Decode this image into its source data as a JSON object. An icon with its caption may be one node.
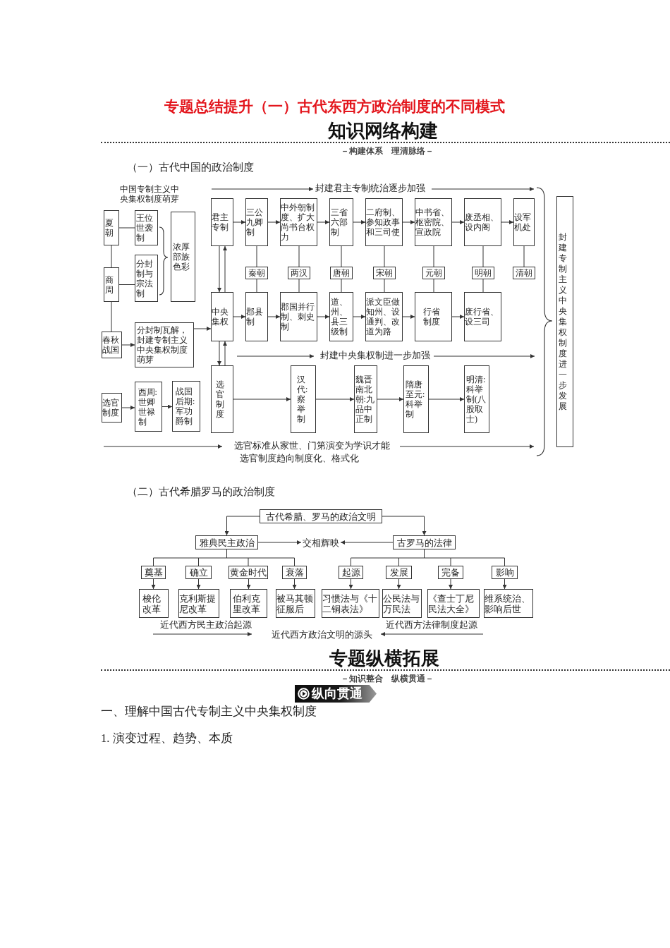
{
  "diagram": {
    "title": "专题总结提升（一）古代东西方政治制度的不同模式",
    "nodes": [
      {
        "text": [
          "夏朝"
        ]
      },
      {
        "text": [
          "王位世袭制"
        ]
      },
      {
        "text": [
          "分封制与宗法制"
        ]
      },
      {
        "text": [
          "浓厚部族色彩"
        ]
      },
      {
        "text": [
          "商周"
        ]
      },
      {
        "text": [
          "春秋战国"
        ]
      },
      {
        "text": [
          "分封制瓦解，封建专制主义中央集权制度萌芽"
        ]
      },
      {
        "text": [
          "选官制度"
        ]
      },
      {
        "text": [
          "西周:世卿世禄制"
        ]
      },
      {
        "text": [
          "战国后期:军功爵制"
        ]
      },
      {
        "text": [
          "君主专制"
        ]
      },
      {
        "text": [
          "三公九卿制"
        ]
      },
      {
        "text": [
          "中外朝制度、扩大尚书台权力"
        ]
      },
      {
        "text": [
          "三省六部制"
        ]
      },
      {
        "text": [
          "二府制、参知政事和三司使"
        ]
      },
      {
        "text": [
          "中书省、枢密院、宣政院"
        ]
      },
      {
        "text": [
          "废丞相、设内阁"
        ]
      },
      {
        "text": [
          "设军机处"
        ]
      },
      {
        "text": [
          "秦朝"
        ]
      },
      {
        "text": [
          "两汉"
        ]
      },
      {
        "text": [
          "唐朝"
        ]
      },
      {
        "text": [
          "宋朝"
        ]
      },
      {
        "text": [
          "元朝"
        ]
      },
      {
        "text": [
          "明朝"
        ]
      },
      {
        "text": [
          "清朝"
        ]
      },
      {
        "text": [
          "中央集权"
        ]
      },
      {
        "text": [
          "郡县制"
        ]
      },
      {
        "text": [
          "郡国并行制、刺史制"
        ]
      },
      {
        "text": [
          "道、州、县三级制"
        ]
      },
      {
        "text": [
          "派文臣做知州、设通判、改道为路"
        ]
      },
      {
        "text": [
          "行省制度"
        ]
      },
      {
        "text": [
          "废行省、设三司"
        ]
      },
      {
        "text": [
          "选官制度"
        ]
      },
      {
        "text": [
          "汉代:察举制"
        ]
      },
      {
        "text": [
          "魏晋南北朝:九品中正制"
        ]
      },
      {
        "text": [
          "隋唐至元:科举制"
        ]
      },
      {
        "text": [
          "明清:科举制(八股取士)"
        ]
      },
      {
        "text": [
          "封建专制主义中央集权制度进一步发展"
        ]
      },
      {
        "text": [
          "古代希腊、罗马的政治文明"
        ]
      },
      {
        "text": [
          "雅典民主政治"
        ]
      },
      {
        "text": [
          "交相辉映"
        ]
      },
      {
        "text": [
          "古罗马的法律"
        ]
      },
      {
        "text": [
          "奠基"
        ]
      },
      {
        "text": [
          "确立"
        ]
      },
      {
        "text": [
          "黄金时代"
        ]
      },
      {
        "text": [
          "衰落"
        ]
      },
      {
        "text": [
          "起源"
        ]
      },
      {
        "text": [
          "发展"
        ]
      },
      {
        "text": [
          "完备"
        ]
      },
      {
        "text": [
          "影响"
        ]
      },
      {
        "text": [
          "梭伦改革"
        ]
      },
      {
        "text": [
          "克利斯提尼改革"
        ]
      },
      {
        "text": [
          "伯利克里改革"
        ]
      },
      {
        "text": [
          "被马其顿征服后"
        ]
      },
      {
        "text": [
          "习惯法与《十二铜表法》"
        ]
      },
      {
        "text": [
          "公民法与万民法"
        ]
      },
      {
        "text": [
          "《查士丁尼民法大全》"
        ]
      },
      {
        "text": [
          "维系统治、影响后世"
        ]
      }
    ],
    "edges": [
      {
        "from": 0,
        "to": 1,
        "arrow": "none"
      },
      {
        "from": 4,
        "to": 2,
        "arrow": "none"
      },
      {
        "from": 0,
        "to": 4,
        "arrow": "none"
      },
      {
        "from": 4,
        "to": 5,
        "arrow": "none"
      },
      {
        "from": 5,
        "to": 6,
        "arrow": "to"
      },
      {
        "from": 6,
        "to": 25,
        "arrow": "to"
      },
      {
        "from": 7,
        "to": 8,
        "arrow": "to"
      },
      {
        "from": 8,
        "to": 9,
        "arrow": "to"
      },
      {
        "from": 10,
        "to": 25,
        "arrow": "to"
      },
      {
        "from": 25,
        "to": 10,
        "arrow": "to"
      },
      {
        "from": 25,
        "to": 32,
        "arrow": "to"
      },
      {
        "from": 32,
        "to": 25,
        "arrow": "to"
      },
      {
        "from": 10,
        "to": 11,
        "arrow": "to"
      },
      {
        "from": 11,
        "to": 12,
        "arrow": "to"
      },
      {
        "from": 12,
        "to": 13,
        "arrow": "to"
      },
      {
        "from": 13,
        "to": 14,
        "arrow": "to"
      },
      {
        "from": 14,
        "to": 15,
        "arrow": "to"
      },
      {
        "from": 15,
        "to": 16,
        "arrow": "to"
      },
      {
        "from": 16,
        "to": 17,
        "arrow": "to"
      },
      {
        "from": 11,
        "to": 18,
        "arrow": "none"
      },
      {
        "from": 18,
        "to": 26,
        "arrow": "none"
      },
      {
        "from": 12,
        "to": 19,
        "arrow": "none"
      },
      {
        "from": 19,
        "to": 27,
        "arrow": "none"
      },
      {
        "from": 13,
        "to": 20,
        "arrow": "none"
      },
      {
        "from": 20,
        "to": 28,
        "arrow": "none"
      },
      {
        "from": 14,
        "to": 21,
        "arrow": "none"
      },
      {
        "from": 21,
        "to": 29,
        "arrow": "none"
      },
      {
        "from": 15,
        "to": 22,
        "arrow": "none"
      },
      {
        "from": 22,
        "to": 30,
        "arrow": "none"
      },
      {
        "from": 16,
        "to": 23,
        "arrow": "none"
      },
      {
        "from": 23,
        "to": 31,
        "arrow": "none"
      },
      {
        "from": 17,
        "to": 24,
        "arrow": "none"
      },
      {
        "from": 25,
        "to": 26,
        "arrow": "to"
      },
      {
        "from": 26,
        "to": 27,
        "arrow": "to"
      },
      {
        "from": 27,
        "to": 28,
        "arrow": "to"
      },
      {
        "from": 28,
        "to": 29,
        "arrow": "to"
      },
      {
        "from": 29,
        "to": 30,
        "arrow": "to"
      },
      {
        "from": 30,
        "to": 31,
        "arrow": "to"
      },
      {
        "from": 32,
        "to": 33,
        "arrow": "to"
      },
      {
        "from": 33,
        "to": 34,
        "arrow": "to"
      },
      {
        "from": 34,
        "to": 35,
        "arrow": "to"
      },
      {
        "from": 35,
        "to": 36,
        "arrow": "to"
      },
      {
        "from": 38,
        "to": 39,
        "arrow": "to"
      },
      {
        "from": 38,
        "to": 41,
        "arrow": "to"
      },
      {
        "from": 39,
        "to": 40,
        "arrow": "to"
      },
      {
        "from": 41,
        "to": 40,
        "arrow": "to"
      },
      {
        "from": 39,
        "to": 42,
        "arrow": "none"
      },
      {
        "from": 39,
        "to": 43,
        "arrow": "none"
      },
      {
        "from": 39,
        "to": 44,
        "arrow": "none"
      },
      {
        "from": 39,
        "to": 45,
        "arrow": "none"
      },
      {
        "from": 41,
        "to": 46,
        "arrow": "none"
      },
      {
        "from": 41,
        "to": 47,
        "arrow": "none"
      },
      {
        "from": 41,
        "to": 48,
        "arrow": "none"
      },
      {
        "from": 41,
        "to": 49,
        "arrow": "none"
      },
      {
        "from": 42,
        "to": 50,
        "arrow": "to"
      },
      {
        "from": 43,
        "to": 51,
        "arrow": "to"
      },
      {
        "from": 44,
        "to": 52,
        "arrow": "to"
      },
      {
        "from": 45,
        "to": 53,
        "arrow": "to"
      },
      {
        "from": 46,
        "to": 54,
        "arrow": "to"
      },
      {
        "from": 47,
        "to": 55,
        "arrow": "to"
      },
      {
        "from": 48,
        "to": 56,
        "arrow": "to"
      },
      {
        "from": 49,
        "to": 57,
        "arrow": "to"
      }
    ],
    "labels": [
      "知识网络构建",
      "－构建体系　理清脉络－",
      "（一）古代中国的政治制度",
      "中国专制主义中央集权制度萌芽",
      "封建君主专制统治逐步加强",
      "封建中央集权制进一步加强",
      "选官标准从家世、门第演变为学识才能",
      "选官制度趋向制度化、格式化",
      "（二）古代希腊罗马的政治制度",
      "近代西方民主政治起源",
      "近代西方法律制度起源",
      "近代西方政治文明的源头",
      "专题纵横拓展",
      "－知识整合　纵横贯通－",
      "纵向贯通",
      "一、理解中国古代专制主义中央集权制度",
      "1. 演变过程、趋势、本质"
    ]
  }
}
